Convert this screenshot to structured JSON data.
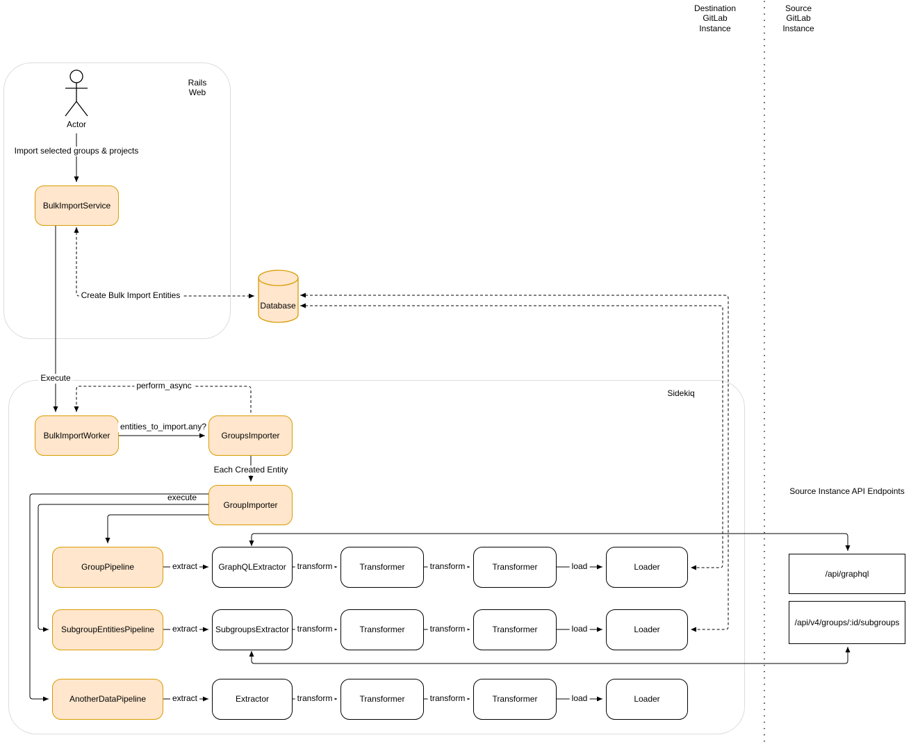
{
  "lanes": {
    "destination": "Destination\nGitLab\nInstance",
    "source": "Source\nGitLab\nInstance"
  },
  "containers": {
    "rails_web": "Rails\nWeb",
    "sidekiq": "Sidekiq"
  },
  "actor": {
    "label": "Actor"
  },
  "nodes": {
    "bulk_import_service": "BulkImportService",
    "database": "Database",
    "bulk_import_worker": "BulkImportWorker",
    "groups_importer": "GroupsImporter",
    "group_importer": "GroupImporter"
  },
  "pipelines": [
    {
      "pipeline": "GroupPipeline",
      "extractor": "GraphQLExtractor",
      "transformer1": "Transformer",
      "transformer2": "Transformer",
      "loader": "Loader"
    },
    {
      "pipeline": "SubgroupEntitiesPipeline",
      "extractor": "SubgroupsExtractor",
      "transformer1": "Transformer",
      "transformer2": "Transformer",
      "loader": "Loader"
    },
    {
      "pipeline": "AnotherDataPipeline",
      "extractor": "Extractor",
      "transformer1": "Transformer",
      "transformer2": "Transformer",
      "loader": "Loader"
    }
  ],
  "edge_labels": {
    "import_selected": "Import selected groups & projects",
    "create_bulk_import_entities": "Create Bulk Import Entities",
    "execute": "Execute",
    "perform_async": "perform_async",
    "entities_to_import": "entities_to_import.any?",
    "each_created_entity": "Each Created Entity",
    "group_importer_execute": "execute",
    "extract": "extract",
    "transform": "transform",
    "load": "load"
  },
  "api": {
    "title": "Source Instance API Endpoints",
    "graphql": "/api/graphql",
    "subgroups": "/api/v4/groups/:id/subgroups"
  },
  "colors": {
    "highlight_fill": "#FFE6CC",
    "highlight_stroke": "#D79B00",
    "plain_fill": "#FFFFFF",
    "plain_stroke": "#000000",
    "container_stroke": "#DCDCDC",
    "line": "#000000"
  }
}
